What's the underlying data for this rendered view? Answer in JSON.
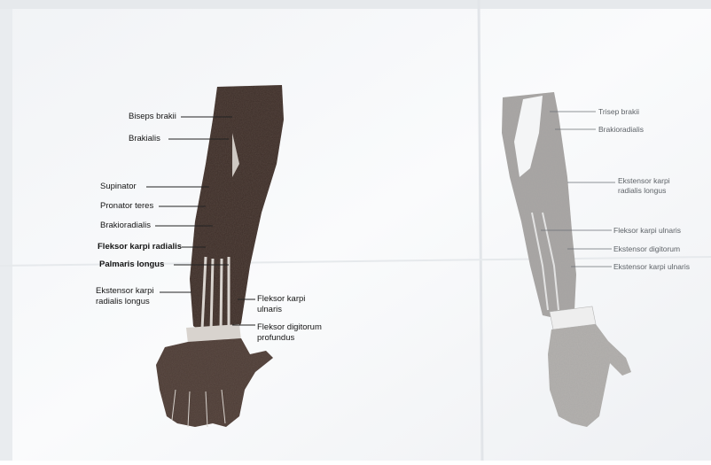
{
  "left_labels": [
    {
      "id": "biseps-brakii",
      "text": "Biseps brakii"
    },
    {
      "id": "brakialis",
      "text": "Brakialis"
    },
    {
      "id": "supinator",
      "text": "Supinator"
    },
    {
      "id": "pronator-teres",
      "text": "Pronator teres"
    },
    {
      "id": "brakioradialis",
      "text": "Brakioradialis"
    },
    {
      "id": "fleksor-karpi-radialis",
      "text": "Fleksor karpi radialis"
    },
    {
      "id": "palmaris-longus",
      "text": "Palmaris longus"
    },
    {
      "id": "ekstensor-karpi-radialis-longus-line1",
      "text": "Ekstensor karpi"
    },
    {
      "id": "ekstensor-karpi-radialis-longus-line2",
      "text": "radialis longus"
    },
    {
      "id": "fleksor-karpi-ulnaris-line1",
      "text": "Fleksor karpi"
    },
    {
      "id": "fleksor-karpi-ulnaris-line2",
      "text": "ulnaris"
    },
    {
      "id": "fleksor-digitorum-profundus-line1",
      "text": "Fleksor digitorum"
    },
    {
      "id": "fleksor-digitorum-profundus-line2",
      "text": "profundus"
    }
  ],
  "right_labels": [
    {
      "id": "trisep-brakii",
      "text": "Trisep brakii"
    },
    {
      "id": "brakioradialis-r",
      "text": "Brakioradialis"
    },
    {
      "id": "ekstensor-karpi-radialis-longus-r-line1",
      "text": "Ekstensor karpi"
    },
    {
      "id": "ekstensor-karpi-radialis-longus-r-line2",
      "text": "radialis longus"
    },
    {
      "id": "fleksor-karpi-ulnaris-r",
      "text": "Fleksor karpi ulnaris"
    },
    {
      "id": "ekstensor-digitorum",
      "text": "Ekstensor digitorum"
    },
    {
      "id": "ekstensor-karpi-ulnaris",
      "text": "Ekstensor karpi ulnaris"
    }
  ],
  "colors": {
    "paper": "#f4f6f8",
    "muscle_dark": "#3b2c27",
    "muscle_light": "#a9a6a4",
    "label": "#151515",
    "label_faded": "#5d6267"
  }
}
